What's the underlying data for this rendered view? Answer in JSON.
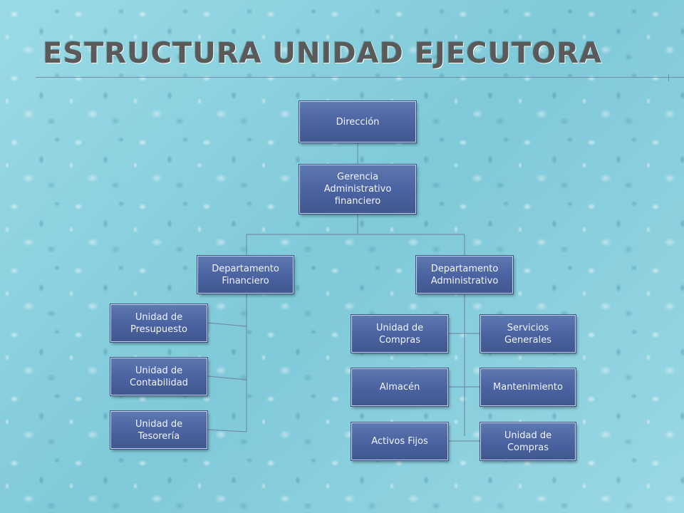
{
  "slide": {
    "title": "Estructura Unidad Ejecutora"
  },
  "org": {
    "direccion": "Dirección",
    "gerencia": "Gerencia\nAdministrativo\nfinanciero",
    "dep_financiero": "Departamento\nFinanciero",
    "dep_administrativo": "Departamento\nAdministrativo",
    "unidad_presupuesto": "Unidad de\nPresupuesto",
    "unidad_contabilidad": "Unidad de\nContabilidad",
    "unidad_tesoreria": "Unidad de\nTesorería",
    "unidad_compras_1": "Unidad de\nCompras",
    "servicios_generales": "Servicios\nGenerales",
    "almacen": "Almacén",
    "mantenimiento": "Mantenimiento",
    "activos_fijos": "Activos Fijos",
    "unidad_compras_2": "Unidad de\nCompras"
  },
  "colors": {
    "box_fill": "#4a62a0",
    "box_text": "#f2f5ff",
    "connector": "#6f8fa8",
    "background": "#8fd3e0",
    "title": "#5a5a5a"
  }
}
